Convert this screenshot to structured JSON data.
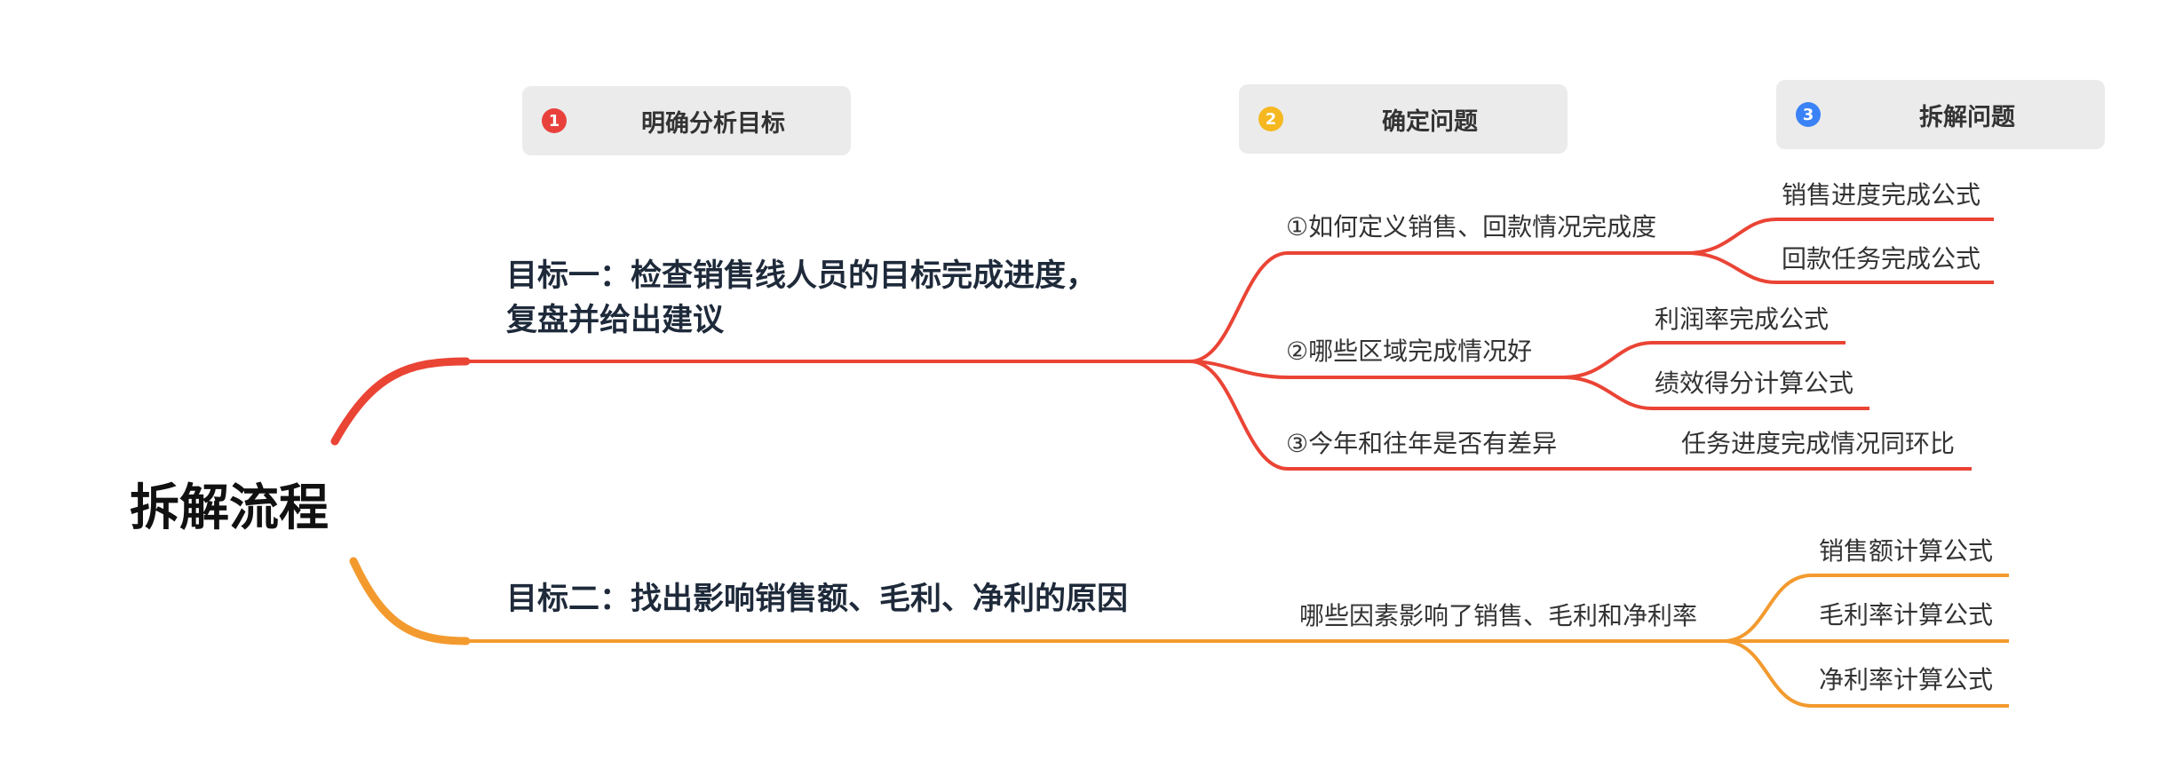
{
  "colors": {
    "red": "#ea4435",
    "orange": "#f39a2e",
    "badge_red": "#e8413c",
    "badge_yellow": "#f5b820",
    "badge_blue": "#3b82f6",
    "header_bg": "#ebebeb"
  },
  "headers": [
    {
      "number": "1",
      "label": "明确分析目标"
    },
    {
      "number": "2",
      "label": "确定问题"
    },
    {
      "number": "3",
      "label": "拆解问题"
    }
  ],
  "root": {
    "label": "拆解流程"
  },
  "goals": [
    {
      "line1": "目标一：检查销售线人员的目标完成进度，",
      "line2": "复盘并给出建议",
      "questions": [
        {
          "label": "①如何定义销售、回款情况完成度",
          "children": [
            "销售进度完成公式",
            "回款任务完成公式"
          ]
        },
        {
          "label": "②哪些区域完成情况好",
          "children": [
            "利润率完成公式",
            "绩效得分计算公式"
          ]
        },
        {
          "label": "③今年和往年是否有差异",
          "children": [
            "任务进度完成情况同环比"
          ]
        }
      ]
    },
    {
      "line1": "目标二：找出影响销售额、毛利、净利的原因",
      "questions": [
        {
          "label": "哪些因素影响了销售、毛利和净利率",
          "children": [
            "销售额计算公式",
            "毛利率计算公式",
            "净利率计算公式"
          ]
        }
      ]
    }
  ]
}
